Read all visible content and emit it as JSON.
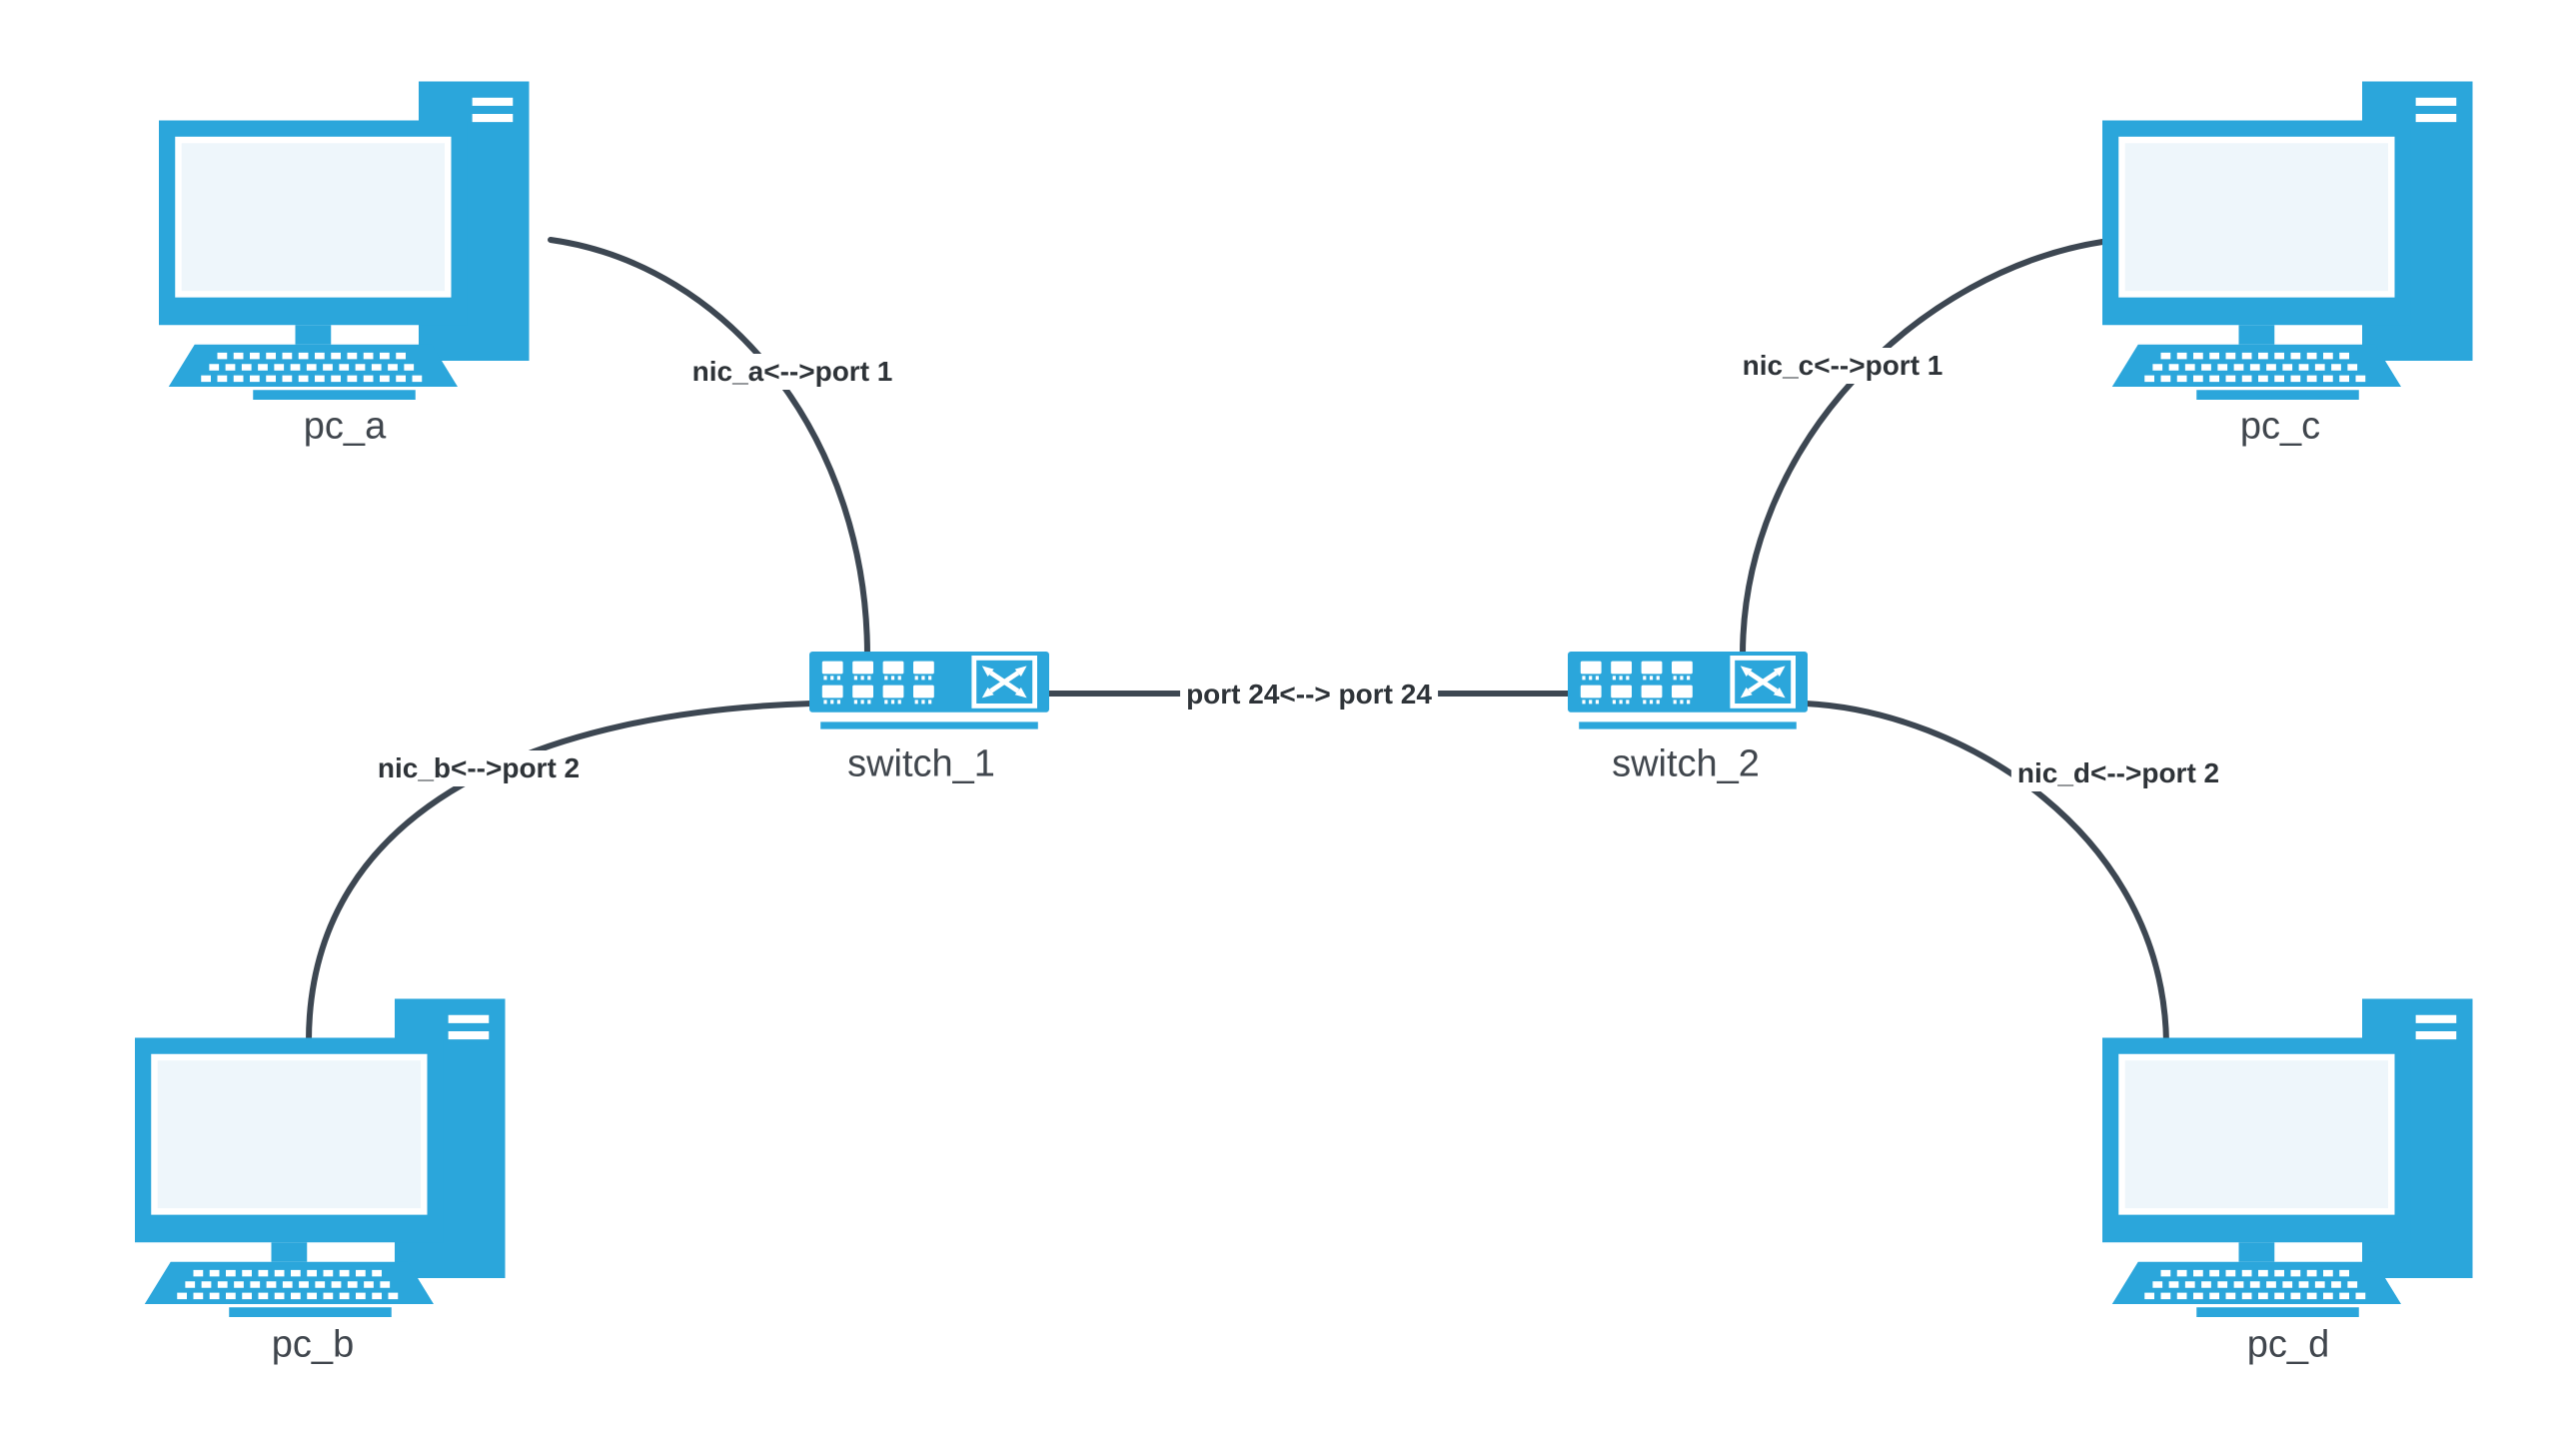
{
  "diagram_type": "network-topology",
  "colors": {
    "device_blue": "#2ba6db",
    "screen_fill": "#eef6fb",
    "edge_stroke": "#3d4752",
    "edge_label_color": "#2e3338",
    "node_label_color": "#40464d",
    "background": "#ffffff"
  },
  "nodes": {
    "pc_a": {
      "label": "pc_a",
      "type": "pc"
    },
    "pc_b": {
      "label": "pc_b",
      "type": "pc"
    },
    "pc_c": {
      "label": "pc_c",
      "type": "pc"
    },
    "pc_d": {
      "label": "pc_d",
      "type": "pc"
    },
    "switch_1": {
      "label": "switch_1",
      "type": "switch"
    },
    "switch_2": {
      "label": "switch_2",
      "type": "switch"
    }
  },
  "edges": {
    "pc_a__switch_1": {
      "label": "nic_a<-->port 1",
      "from": "pc_a",
      "to": "switch_1"
    },
    "pc_b__switch_1": {
      "label": "nic_b<-->port 2",
      "from": "pc_b",
      "to": "switch_1"
    },
    "pc_c__switch_2": {
      "label": "nic_c<-->port 1",
      "from": "pc_c",
      "to": "switch_2"
    },
    "pc_d__switch_2": {
      "label": "nic_d<-->port 2",
      "from": "pc_d",
      "to": "switch_2"
    },
    "switch_1__switch_2": {
      "label": "port 24<--> port 24",
      "from": "switch_1",
      "to": "switch_2"
    }
  }
}
